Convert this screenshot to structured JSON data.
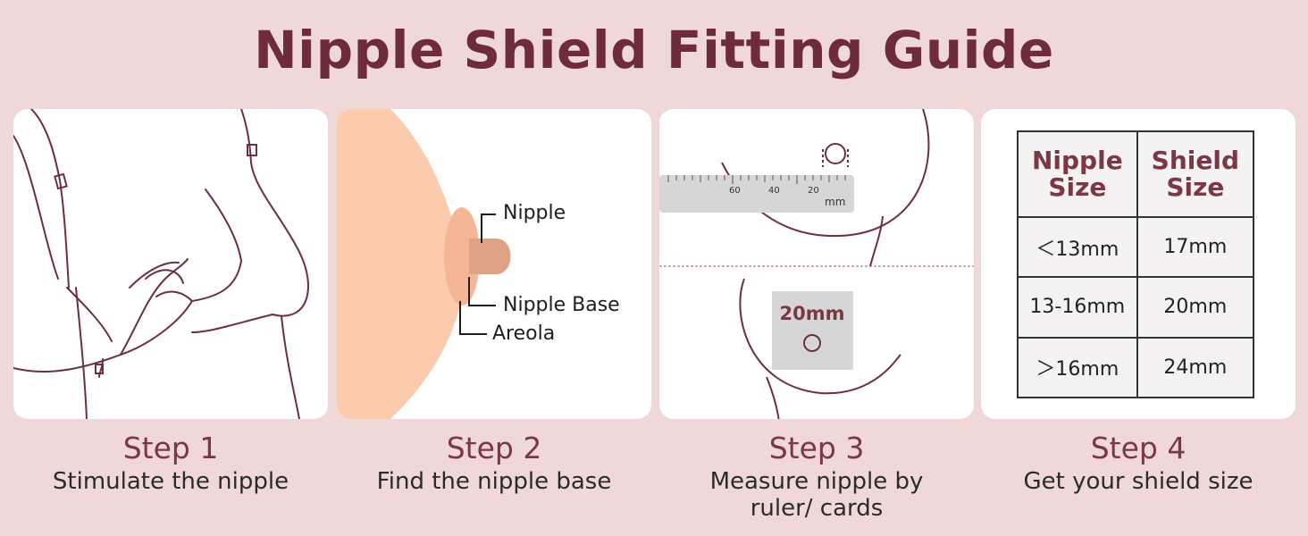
{
  "title": "Nipple Shield Fitting Guide",
  "steps": [
    {
      "label": "Step 1",
      "desc": "Stimulate the nipple"
    },
    {
      "label": "Step 2",
      "desc": "Find the nipple base"
    },
    {
      "label": "Step 3",
      "desc": "Measure nipple by ruler/ cards"
    },
    {
      "label": "Step 4",
      "desc": "Get your shield size"
    }
  ],
  "step2_labels": {
    "nipple": "Nipple",
    "nipple_base": "Nipple Base",
    "areola": "Areola"
  },
  "ruler": {
    "ticks": [
      "60",
      "40",
      "20"
    ],
    "unit": "mm"
  },
  "card": {
    "label": "20mm"
  },
  "size_table": {
    "headers": [
      "Nipple Size",
      "Shield Size"
    ],
    "rows": [
      [
        "＜13mm",
        "17mm"
      ],
      [
        "13-16mm",
        "20mm"
      ],
      [
        "＞16mm",
        "24mm"
      ]
    ]
  },
  "colors": {
    "background": "#f0d8d8",
    "title": "#6e2c3a",
    "accent": "#7a3744",
    "skin": "#fccbad",
    "line": "#6b3040"
  }
}
